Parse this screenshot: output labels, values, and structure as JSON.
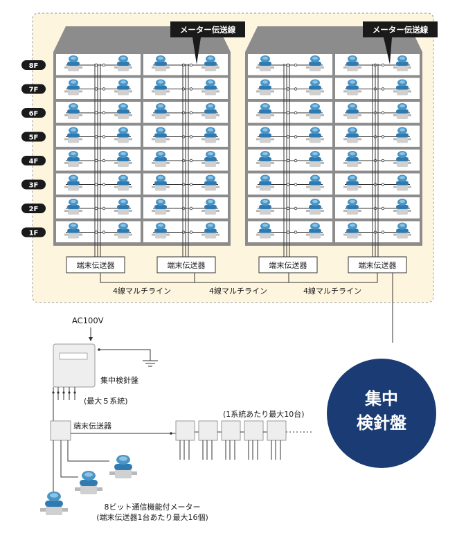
{
  "floors": [
    "8F",
    "7F",
    "6F",
    "5F",
    "4F",
    "3F",
    "2F",
    "1F"
  ],
  "callouts": [
    "メーター伝送線",
    "メーター伝送線"
  ],
  "terminals": [
    "端末伝送器",
    "端末伝送器",
    "端末伝送器",
    "端末伝送器"
  ],
  "multilines": [
    "4線マルチライン",
    "4線マルチライン",
    "4線マルチライン"
  ],
  "central_panel": {
    "line1": "集中",
    "line2": "検針盤"
  },
  "lower": {
    "ac_label": "AC100V",
    "device_label": "集中検針盤",
    "max_systems": "(最大５系統)",
    "terminal_label": "端末伝送器",
    "per_system": "(1系統あたり最大10台)",
    "meter_label_1": "8ビット通信機能付メーター",
    "meter_label_2": "(端末伝送器1台あたり最大16個)"
  },
  "colors": {
    "meter_blue": "#3a86b9",
    "meter_body": "#c8c8c8",
    "panel_navy": "#1a3b73",
    "area_bg": "#fdf5de",
    "label_black": "#1a1a1a"
  }
}
